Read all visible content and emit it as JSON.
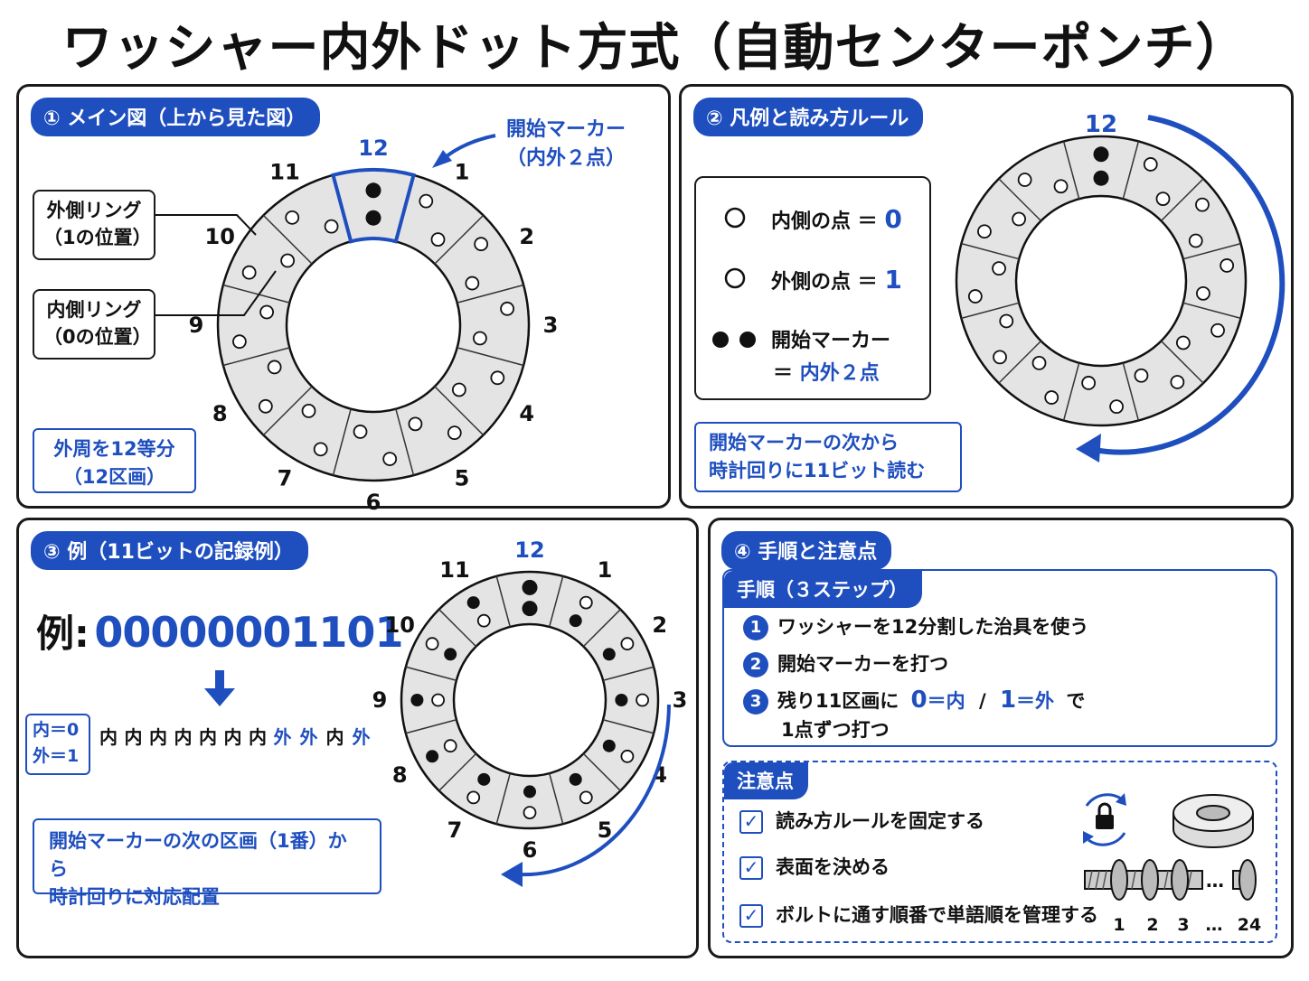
{
  "title": "ワッシャー内外ドット方式（自動センターポンチ）",
  "panel1": {
    "header": "① メイン図（上から見た図）",
    "start_marker_label": [
      "開始マーカー",
      "（内外２点）"
    ],
    "outer_ring_label": [
      "外側リング",
      "（1の位置）"
    ],
    "inner_ring_label": [
      "内側リング",
      "（0の位置）"
    ],
    "note": [
      "外周を12等分",
      "（12区画）"
    ],
    "positions": [
      "12",
      "1",
      "2",
      "3",
      "4",
      "5",
      "6",
      "7",
      "8",
      "9",
      "10",
      "11"
    ]
  },
  "panel2": {
    "header": "② 凡例と読み方ルール",
    "legend_inner": "内側の点 ＝",
    "legend_inner_value": "0",
    "legend_outer": "外側の点 ＝",
    "legend_outer_value": "1",
    "legend_marker": "開始マーカー",
    "legend_marker_eq": "＝",
    "legend_marker_value": "内外２点",
    "rule": [
      "開始マーカーの次から",
      "時計回りに11ビット読む"
    ],
    "top_label": "12"
  },
  "panel3": {
    "header": "③ 例（11ビットの記録例）",
    "example_prefix": "例:",
    "example_bits": "00000001101",
    "key": [
      "内＝0",
      "外＝1"
    ],
    "bit_words": [
      "内",
      "内",
      "内",
      "内",
      "内",
      "内",
      "内",
      "外",
      "外",
      "内",
      "外"
    ],
    "note": [
      "開始マーカーの次の区画（1番）から",
      "時計回りに対応配置"
    ],
    "positions": [
      "12",
      "1",
      "2",
      "3",
      "4",
      "5",
      "6",
      "7",
      "8",
      "9",
      "10",
      "11"
    ],
    "bits": [
      0,
      0,
      0,
      0,
      0,
      0,
      0,
      1,
      1,
      0,
      1
    ]
  },
  "panel4": {
    "header": "④ 手順と注意点",
    "steps_header": "手順（３ステップ）",
    "steps": [
      {
        "num": "1",
        "text": "ワッシャーを12分割した治具を使う"
      },
      {
        "num": "2",
        "text": "開始マーカーを打つ"
      },
      {
        "num": "3",
        "text_a": "残り11区画に",
        "v0": "0",
        "eq0": "＝内",
        "slash": "/",
        "v1": "1",
        "eq1": "＝外",
        "text_b": "で",
        "text_c": "1点ずつ打つ"
      }
    ],
    "cautions_header": "注意点",
    "cautions": [
      "読み方ルールを固定する",
      "表面を決める",
      "ボルトに通す順番で単語順を管理する"
    ],
    "washer_numbers": [
      "1",
      "2",
      "3",
      "…",
      "24"
    ],
    "washer_ellipsis": "…"
  },
  "colors": {
    "accent": "#1f4fbf",
    "ring": "#e4e4e4",
    "ink": "#111111"
  }
}
